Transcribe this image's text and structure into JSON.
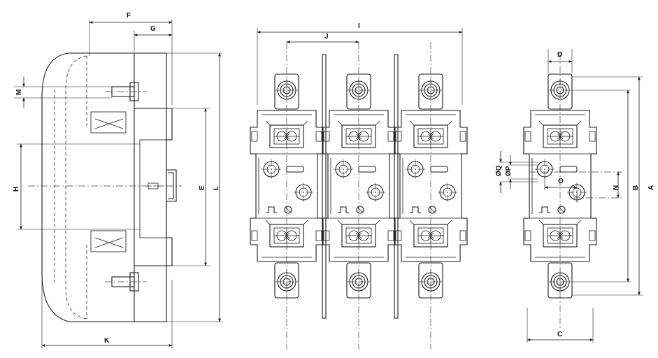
{
  "dimension_labels": {
    "A": "A",
    "B": "B",
    "C": "C",
    "D": "D",
    "E": "E",
    "F": "F",
    "G": "G",
    "H": "H",
    "I": "I",
    "J": "J",
    "K": "K",
    "L": "L",
    "M": "M",
    "N": "N",
    "O": "O",
    "P": "ØP",
    "Q": "ØQ"
  }
}
